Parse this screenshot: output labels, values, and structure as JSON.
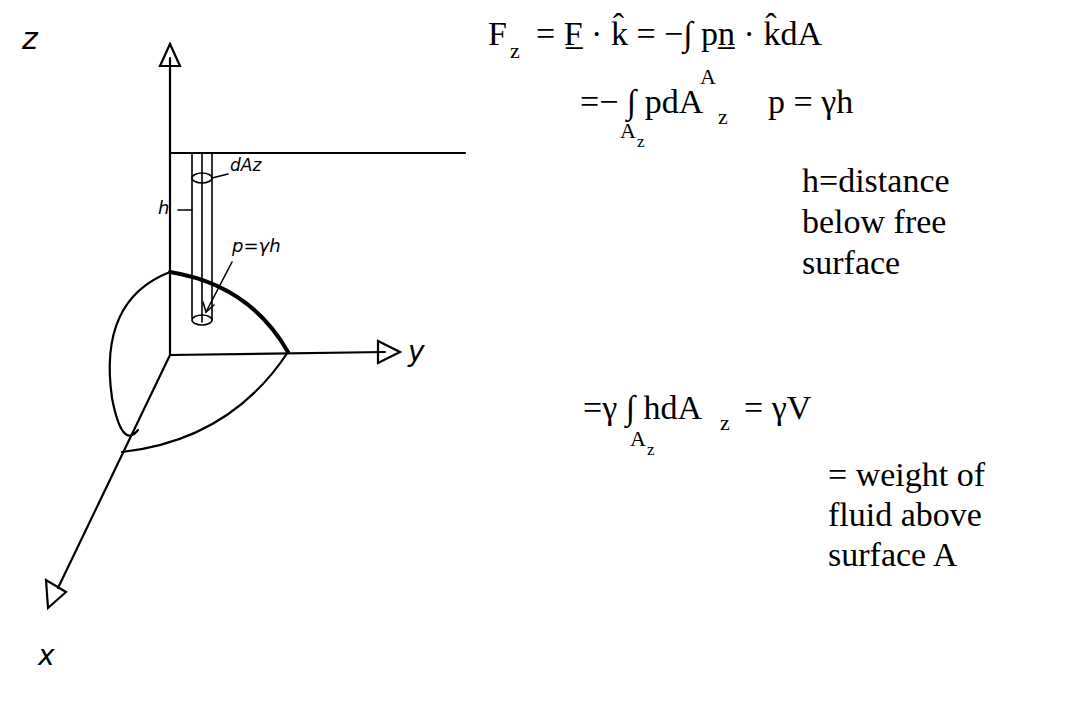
{
  "diagram": {
    "labels": [
      "z",
      "dAz",
      "h",
      "p=γh",
      "y",
      "x",
      "F",
      "z",
      "= F̲ · k̂ = −∫ pn̲ · k̂dA",
      "A",
      "=− ∫ pdA",
      "z",
      "p = γh",
      "A",
      "z",
      "h=distance below free surface",
      "=γ ∫ hdA",
      "z",
      "= γV",
      "A",
      "z",
      "= weight of fluid above surface A"
    ]
  }
}
